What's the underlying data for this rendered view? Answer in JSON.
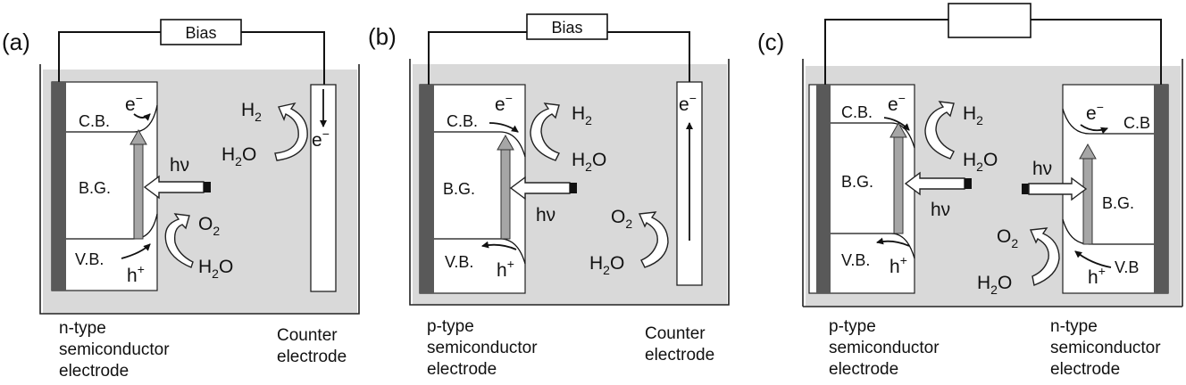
{
  "panels": [
    {
      "tag": "(a)",
      "bias": "Bias",
      "cb": "C.B.",
      "bg": "B.G.",
      "vb": "V.B.",
      "e": "e",
      "h": "h",
      "hv": "hν",
      "h2": "H",
      "sub2": "2",
      "o2": "O",
      "h2o_top": "H",
      "h2o_bot": "H",
      "o": "O",
      "counter_e": "e",
      "left_caption": [
        "n-type",
        "semiconductor",
        "electrode"
      ],
      "right_caption": [
        "Counter",
        "electrode"
      ]
    },
    {
      "tag": "(b)",
      "bias": "Bias",
      "cb": "C.B.",
      "bg": "B.G.",
      "vb": "V.B.",
      "e": "e",
      "h": "h",
      "hv": "hν",
      "counter_e": "e",
      "left_caption": [
        "p-type",
        "semiconductor",
        "electrode"
      ],
      "right_caption": [
        "Counter",
        "electrode"
      ]
    },
    {
      "tag": "(c)",
      "left": {
        "cb": "C.B.",
        "bg": "B.G.",
        "vb": "V.B.",
        "e": "e",
        "h": "h"
      },
      "right": {
        "cb": "C.B",
        "bg": "B.G.",
        "vb": "V.B",
        "e": "e",
        "h": "h"
      },
      "hv_left": "hν",
      "hv_right": "hν",
      "left_caption": [
        "p-type",
        "semiconductor",
        "electrode"
      ],
      "right_caption": [
        "n-type",
        "semiconductor",
        "electrode"
      ]
    }
  ],
  "species": {
    "h": "H",
    "o": "O",
    "sub2": "2",
    "minus": "−",
    "plus": "+"
  },
  "colors": {
    "electrolyte": "#d9d9d9",
    "electrode": "#595959",
    "arrow_fill": "#a6a6a6"
  }
}
